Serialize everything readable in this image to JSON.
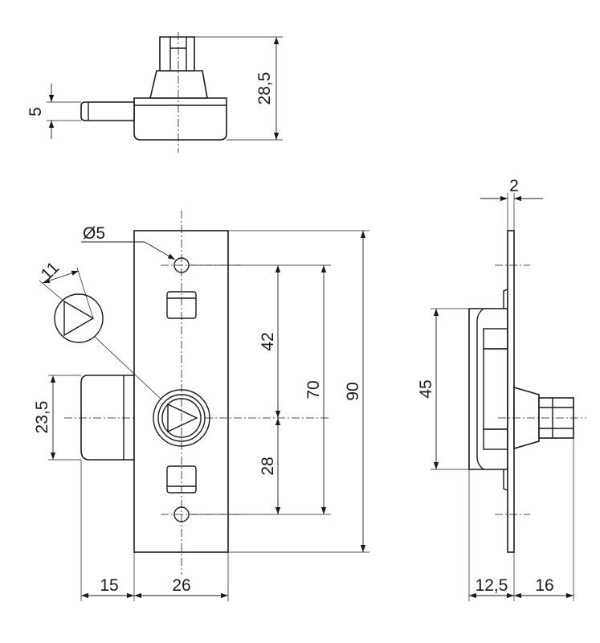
{
  "dimensions": {
    "top_pin_height": "5",
    "top_height": "28,5",
    "plate_thickness": "2",
    "hole_diameter": "Ø5",
    "triangle_size": "11",
    "hole_to_hole_upper": "42",
    "hole_to_hole_total": "70",
    "plate_height": "90",
    "bolt_height": "23,5",
    "hole_to_hole_lower": "28",
    "side_body_height": "45",
    "bolt_projection": "15",
    "plate_width": "26",
    "side_body_depth": "12,5",
    "side_knob_depth": "16"
  }
}
